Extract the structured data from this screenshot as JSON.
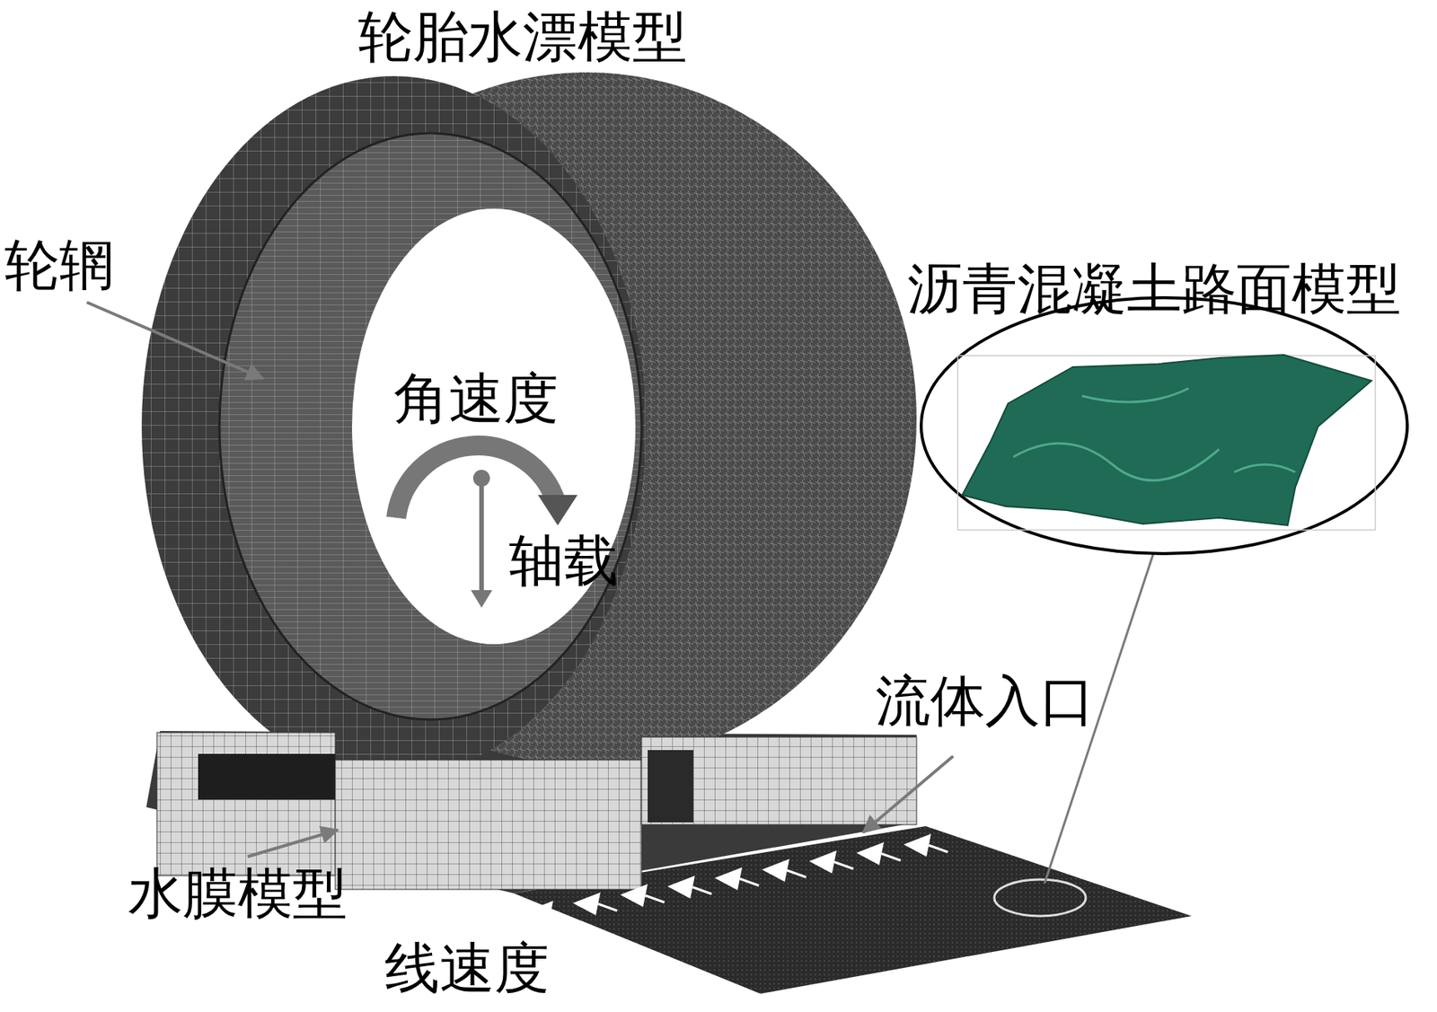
{
  "diagram": {
    "title": "轮胎水漂模型",
    "labels": [
      "轮辋",
      "角速度",
      "轴载",
      "沥青混凝土路面模型",
      "流体入口",
      "水膜模型",
      "线速度"
    ]
  }
}
